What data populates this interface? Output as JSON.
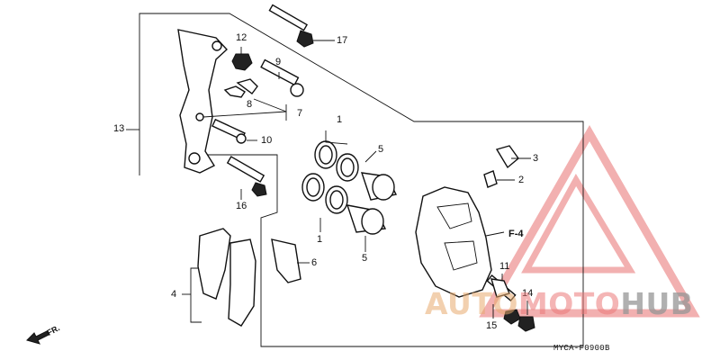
{
  "callouts": {
    "n1a": "1",
    "n1b": "1",
    "n2": "2",
    "n3": "3",
    "n4": "4",
    "n5a": "5",
    "n5b": "5",
    "n6": "6",
    "n7": "7",
    "n8": "8",
    "n9": "9",
    "n10": "10",
    "n11": "11",
    "n12": "12",
    "n13": "13",
    "n14": "14",
    "n15": "15",
    "n16": "16",
    "n17": "17"
  },
  "annotations": {
    "direction": "FR.",
    "section_ref": "F-4"
  },
  "reference_code": "MYCA-F0900B",
  "watermark": {
    "part1": "AUTO",
    "part2": "MOTO",
    "part3": "HUB"
  },
  "colors": {
    "line": "#111111",
    "watermark_red": "#e87070",
    "watermark_orange": "#e8aa6e"
  }
}
